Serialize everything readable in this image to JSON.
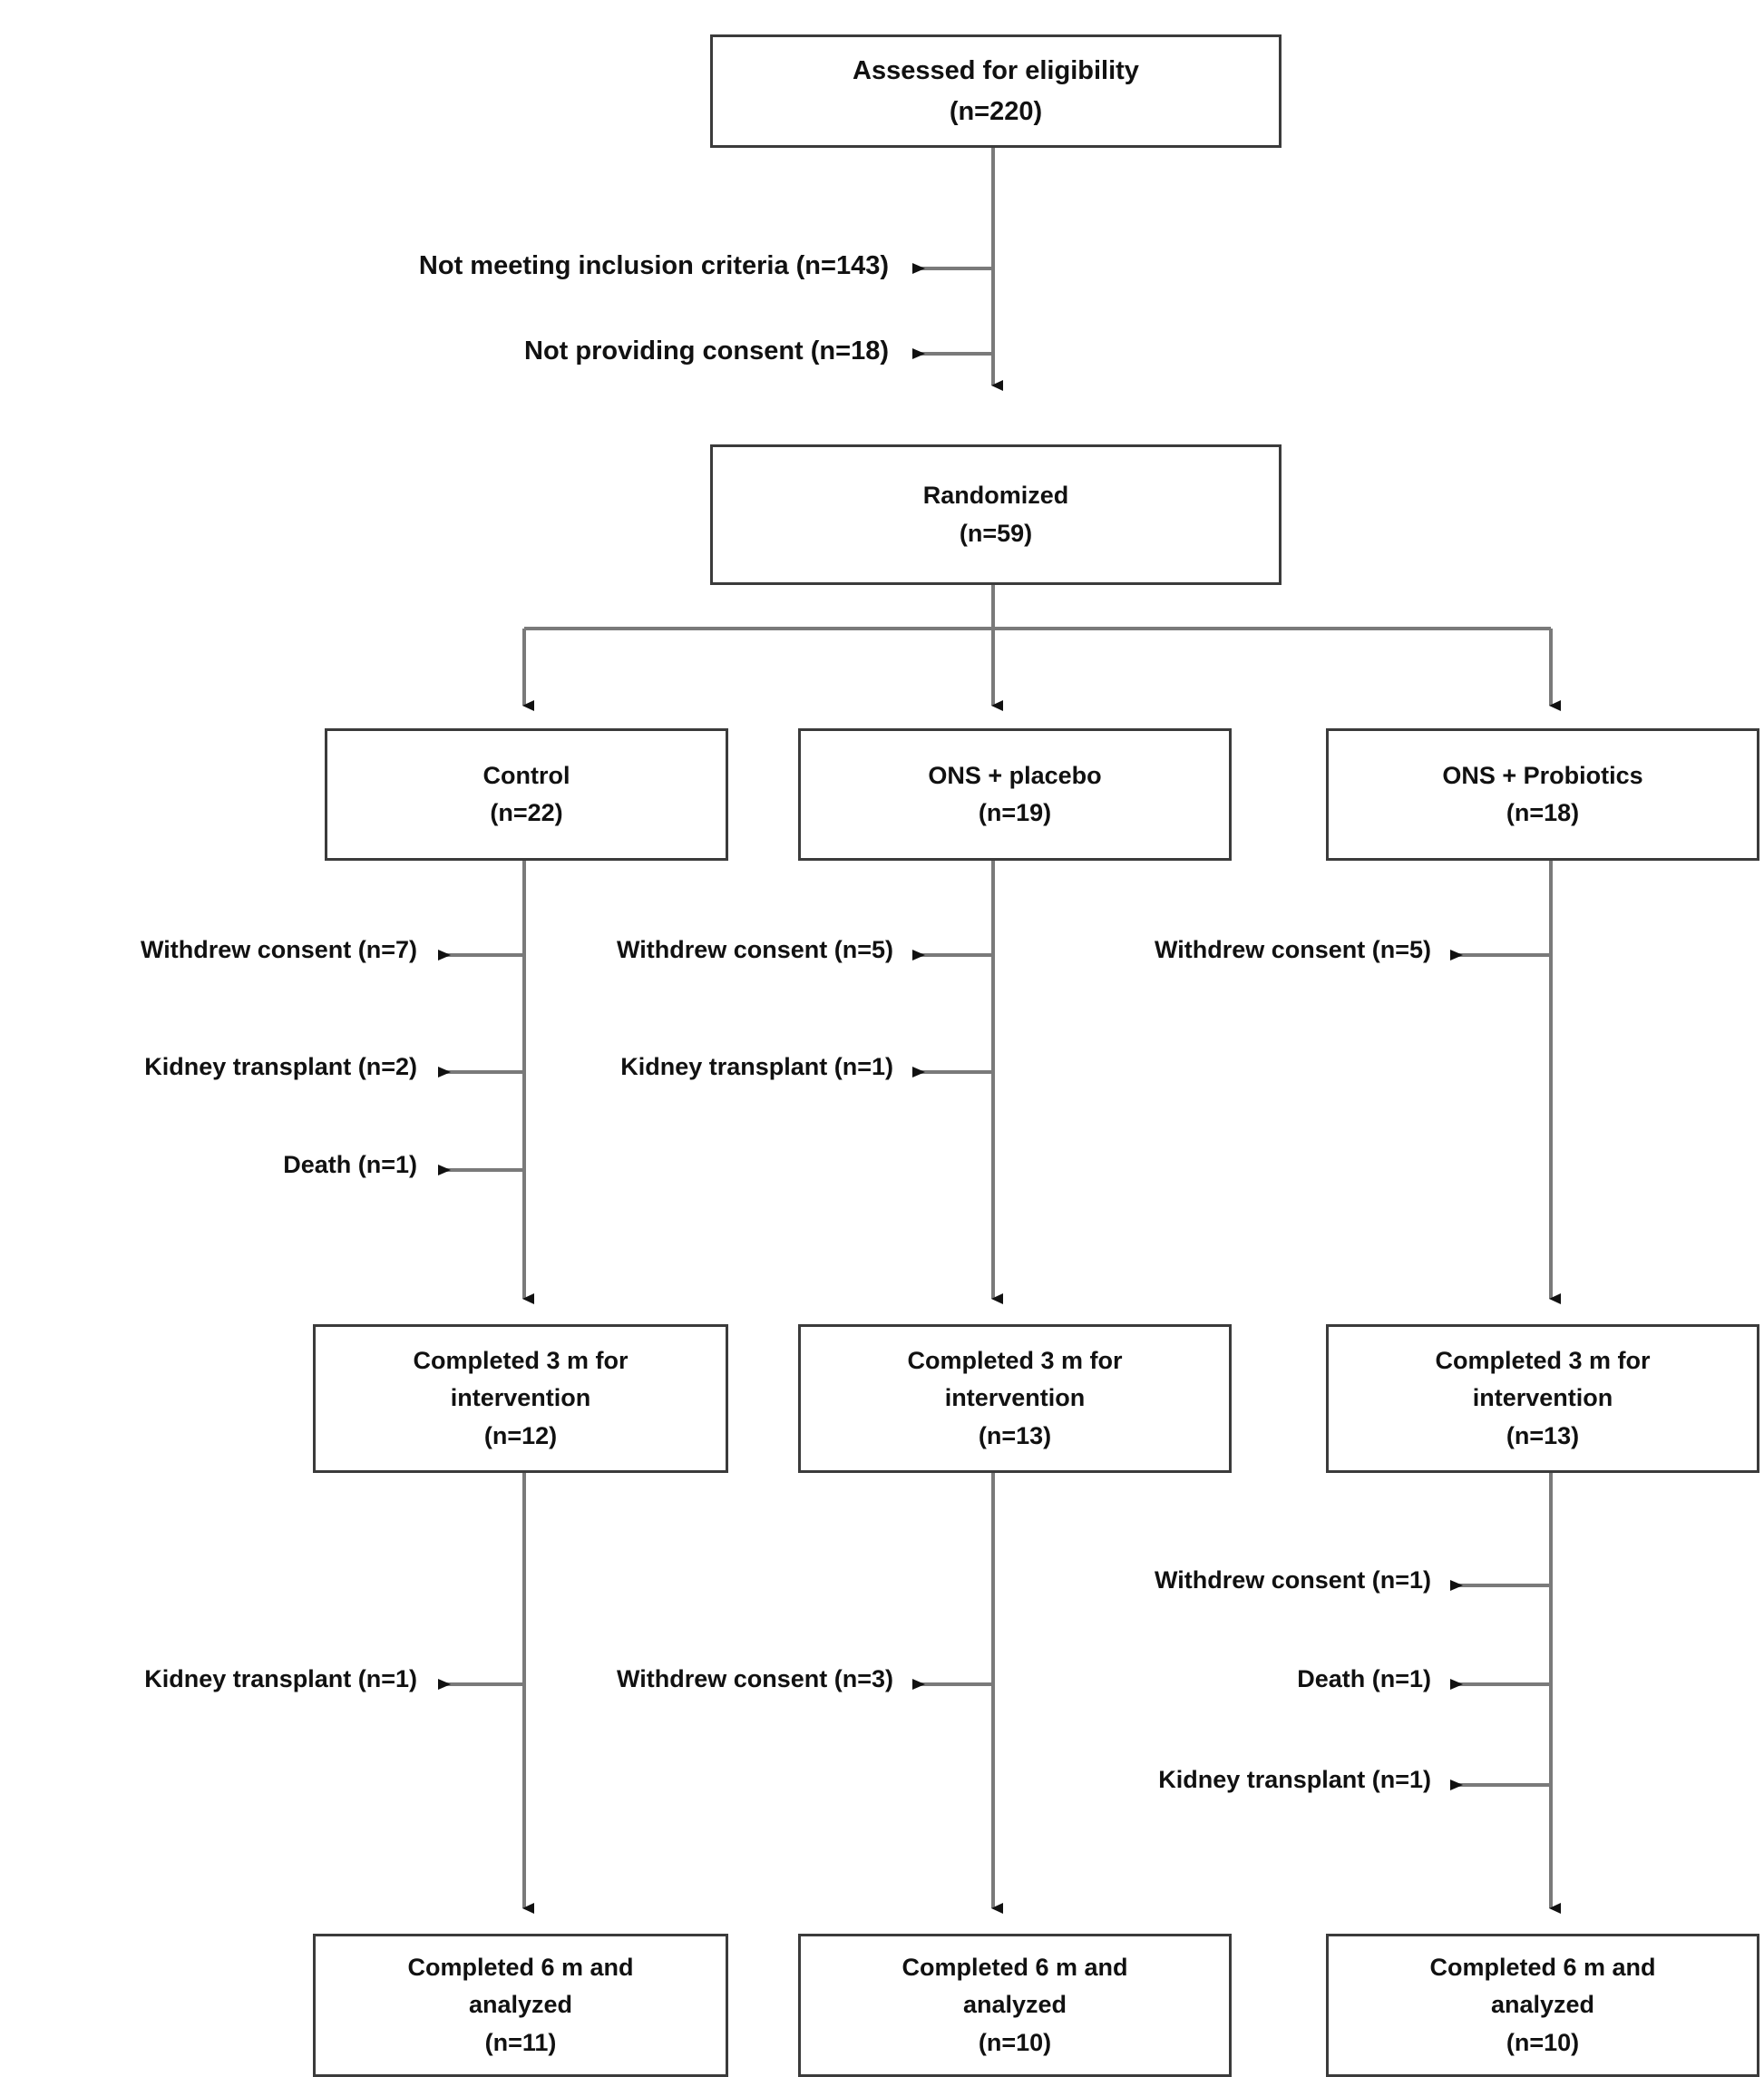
{
  "diagram": {
    "title": "CONSORT participant flow diagram",
    "type": "flowchart",
    "stroke_color": "#3b3b3b",
    "text_color": "#111111",
    "background": "#ffffff"
  },
  "nodes": {
    "assessed": {
      "line1": "Assessed for eligibility",
      "line2": "(n=220)"
    },
    "randomized": {
      "line1": "Randomized",
      "line2": "(n=59)"
    },
    "arm_control": {
      "line1": "Control",
      "line2": "(n=22)"
    },
    "arm_placebo": {
      "line1": "ONS + placebo",
      "line2": "(n=19)"
    },
    "arm_probiotics": {
      "line1": "ONS + Probiotics",
      "line2": "(n=18)"
    },
    "completed3m_control": {
      "line1": "Completed 3 m for",
      "line2": "intervention",
      "line3": "(n=12)"
    },
    "completed3m_placebo": {
      "line1": "Completed 3 m for",
      "line2": "intervention",
      "line3": "(n=13)"
    },
    "completed3m_probiotics": {
      "line1": "Completed 3 m for",
      "line2": "intervention",
      "line3": "(n=13)"
    },
    "completed6m_control": {
      "line1": "Completed 6 m and",
      "line2": "analyzed",
      "line3": "(n=11)"
    },
    "completed6m_placebo": {
      "line1": "Completed 6 m and",
      "line2": "analyzed",
      "line3": "(n=10)"
    },
    "completed6m_probiotics": {
      "line1": "Completed 6 m and",
      "line2": "analyzed",
      "line3": "(n=10)"
    }
  },
  "exclusions": {
    "screening": [
      {
        "label": "Not meeting inclusion criteria (n=143)"
      },
      {
        "label": "Not providing consent (n=18)"
      }
    ],
    "phase1": {
      "control": [
        {
          "label": "Withdrew consent  (n=7)"
        },
        {
          "label": "Kidney transplant  (n=2)"
        },
        {
          "label": "Death  (n=1)"
        }
      ],
      "placebo": [
        {
          "label": "Withdrew consent (n=5)"
        },
        {
          "label": "Kidney transplant  (n=1)"
        }
      ],
      "probiotics": [
        {
          "label": "Withdrew consent (n=5)"
        }
      ]
    },
    "phase2": {
      "control": [
        {
          "label": "Kidney transplant  (n=1)"
        }
      ],
      "placebo": [
        {
          "label": "Withdrew consent (n=3)"
        }
      ],
      "probiotics": [
        {
          "label": "Withdrew consent (n=1)"
        },
        {
          "label": "Death (n=1)"
        },
        {
          "label": "Kidney transplant (n=1)"
        }
      ]
    }
  },
  "chart_data": {
    "type": "flow",
    "title": "CONSORT participant flow diagram",
    "stages": [
      {
        "name": "Assessed for eligibility",
        "n": 220
      },
      {
        "name": "Randomized",
        "n": 59
      }
    ],
    "screening_exclusions": [
      {
        "reason": "Not meeting inclusion criteria",
        "n": 143
      },
      {
        "reason": "Not providing consent",
        "n": 18
      }
    ],
    "arms": [
      {
        "name": "Control",
        "allocated": 22,
        "dropouts_3m": [
          {
            "reason": "Withdrew consent",
            "n": 7
          },
          {
            "reason": "Kidney transplant",
            "n": 2
          },
          {
            "reason": "Death",
            "n": 1
          }
        ],
        "completed_3m": 12,
        "dropouts_6m": [
          {
            "reason": "Kidney transplant",
            "n": 1
          }
        ],
        "completed_6m": 11
      },
      {
        "name": "ONS + placebo",
        "allocated": 19,
        "dropouts_3m": [
          {
            "reason": "Withdrew consent",
            "n": 5
          },
          {
            "reason": "Kidney transplant",
            "n": 1
          }
        ],
        "completed_3m": 13,
        "dropouts_6m": [
          {
            "reason": "Withdrew consent",
            "n": 3
          }
        ],
        "completed_6m": 10
      },
      {
        "name": "ONS + Probiotics",
        "allocated": 18,
        "dropouts_3m": [
          {
            "reason": "Withdrew consent",
            "n": 5
          }
        ],
        "completed_3m": 13,
        "dropouts_6m": [
          {
            "reason": "Withdrew consent",
            "n": 1
          },
          {
            "reason": "Death",
            "n": 1
          },
          {
            "reason": "Kidney transplant",
            "n": 1
          }
        ],
        "completed_6m": 10
      }
    ]
  }
}
